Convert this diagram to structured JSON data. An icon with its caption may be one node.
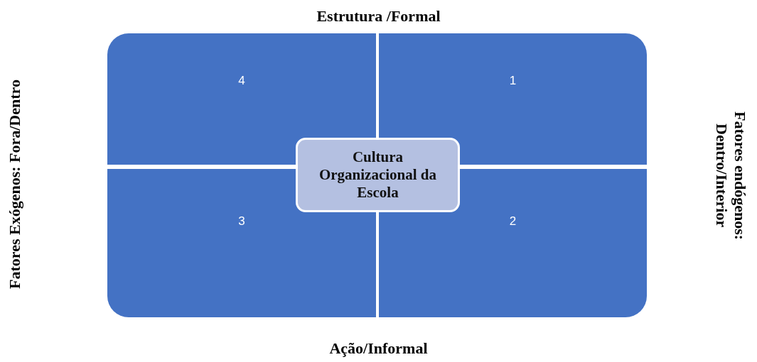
{
  "diagram": {
    "nodes": [
      {
        "text": [
          "4"
        ]
      },
      {
        "text": [
          "1"
        ]
      },
      {
        "text": [
          "3"
        ]
      },
      {
        "text": [
          "2"
        ]
      },
      {
        "text": [
          "Cultura Organizacional da Escola"
        ]
      }
    ],
    "edges": [],
    "labels": [
      "Estrutura /Formal",
      "Fatores Exógenos: Fora/Dentro",
      "Fatores endógenos: Dentro/Interior",
      "Ação/Informal"
    ]
  }
}
